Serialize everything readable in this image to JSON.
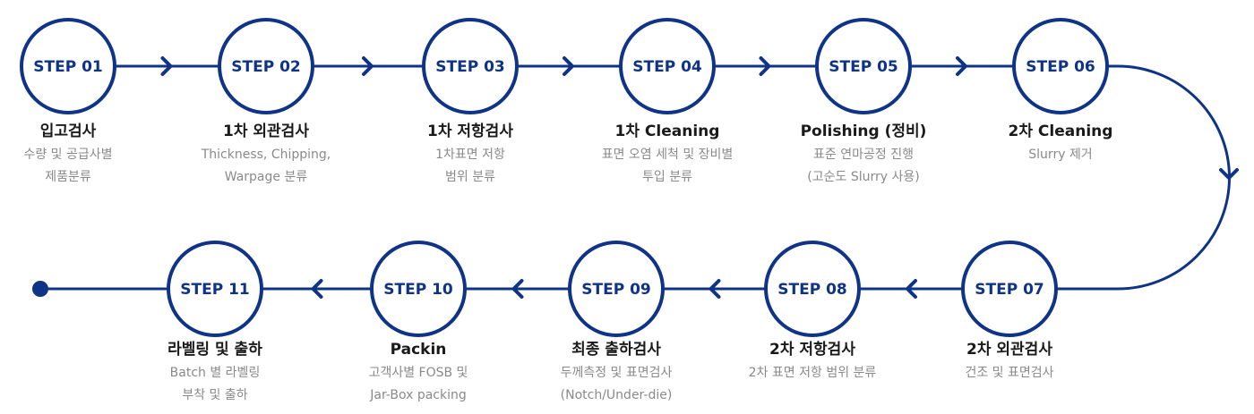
{
  "colors": {
    "primary": "#0e3387",
    "title": "#1a1a1a",
    "desc": "#8a8a8a"
  },
  "steps": [
    {
      "label": "STEP 01",
      "title": "입고검사",
      "desc": "수량 및 공급사별\n제품분류"
    },
    {
      "label": "STEP 02",
      "title": "1차 외관검사",
      "desc": "Thickness, Chipping,\nWarpage 분류"
    },
    {
      "label": "STEP 03",
      "title": "1차 저항검사",
      "desc": "1차표면 저항\n범위 분류"
    },
    {
      "label": "STEP 04",
      "title": "1차 Cleaning",
      "desc": "표면 오염 세척 및 장비별\n투입 분류"
    },
    {
      "label": "STEP 05",
      "title": "Polishing (정비)",
      "desc": "표준 연마공정 진행\n(고순도 Slurry 사용)"
    },
    {
      "label": "STEP 06",
      "title": "2차 Cleaning",
      "desc": "Slurry 제거"
    },
    {
      "label": "STEP 07",
      "title": "2차 외관검사",
      "desc": "건조 및 표면검사"
    },
    {
      "label": "STEP 08",
      "title": "2차 저항검사",
      "desc": "2차 표면 저항 범위 분류"
    },
    {
      "label": "STEP 09",
      "title": "최종 출하검사",
      "desc": "두께측정 및 표면검사\n(Notch/Under-die)"
    },
    {
      "label": "STEP 10",
      "title": "Packin",
      "desc": "고객사별 FOSB 및\nJar-Box packing"
    },
    {
      "label": "STEP 11",
      "title": "라벨링 및 출하",
      "desc": "Batch 별 라벨링\n부착 및 출하"
    }
  ]
}
